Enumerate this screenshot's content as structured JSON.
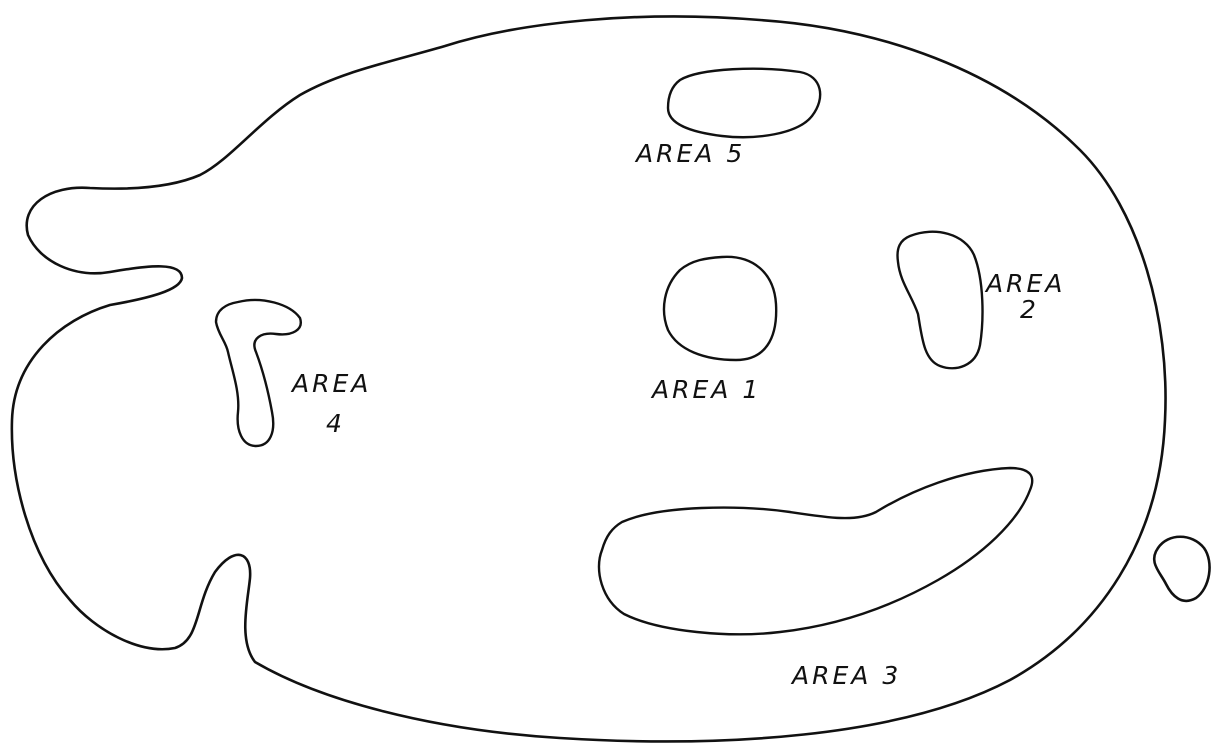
{
  "diagram": {
    "ink_color": "#111111",
    "background_color": "#ffffff",
    "areas": [
      {
        "id": "area-1",
        "label_line1": "AREA 1",
        "label_line2": "",
        "pattern": "vertical-lines"
      },
      {
        "id": "area-2",
        "label_line1": "AREA",
        "label_line2": "2",
        "pattern": "crosshatch"
      },
      {
        "id": "area-3",
        "label_line1": "AREA 3",
        "label_line2": "",
        "pattern": "crosshatch"
      },
      {
        "id": "area-4",
        "label_line1": "AREA",
        "label_line2": "4",
        "pattern": "horizontal-lines"
      },
      {
        "id": "area-5",
        "label_line1": "AREA 5",
        "label_line2": "",
        "pattern": "crosshatch"
      }
    ]
  }
}
